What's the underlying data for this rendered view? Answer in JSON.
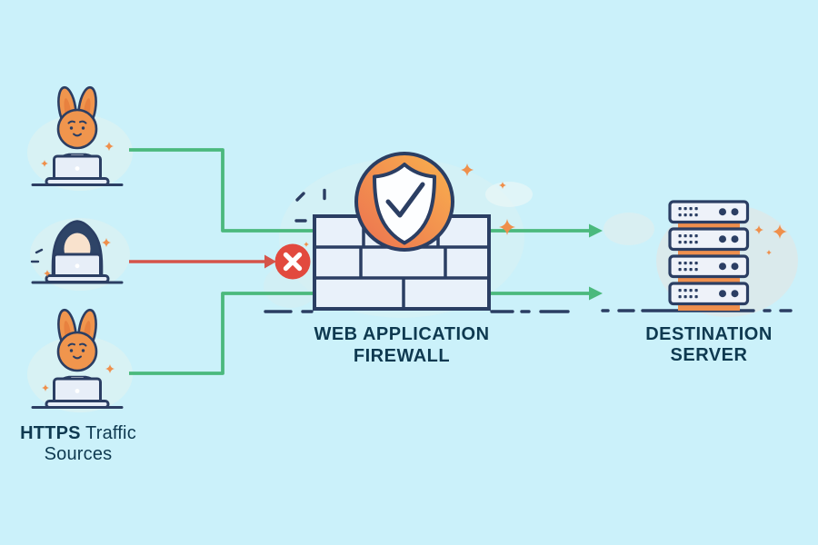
{
  "sources": {
    "heading": {
      "bold": "HTTPS",
      "normal": " Traffic",
      "line2": "Sources"
    },
    "users": [
      {
        "id": "bunny-user-top",
        "kind": "legitimate user at laptop",
        "traffic": "allowed"
      },
      {
        "id": "hacker-user",
        "kind": "hooded attacker at laptop",
        "traffic": "blocked"
      },
      {
        "id": "bunny-user-bottom",
        "kind": "legitimate user at laptop",
        "traffic": "allowed"
      }
    ]
  },
  "firewall": {
    "heading_line1": "WEB APPLICATION",
    "heading_line2": "FIREWALL",
    "icons": [
      "shield-check-icon",
      "blocked-x-icon"
    ],
    "brick_rows": 3
  },
  "destination": {
    "heading_line1": "DESTINATION",
    "heading_line2": "SERVER",
    "rack_units": 4
  },
  "colors": {
    "background": "#cbf1fa",
    "outline_navy": "#2b3e63",
    "text_navy": "#0e3950",
    "allowed_green": "#4bb97d",
    "blocked_red": "#d5544a",
    "badge_red": "#e2493e",
    "accent_orange": "#ef8f4d",
    "shield_gradient": [
      "#ec7150",
      "#f9b24e"
    ]
  }
}
